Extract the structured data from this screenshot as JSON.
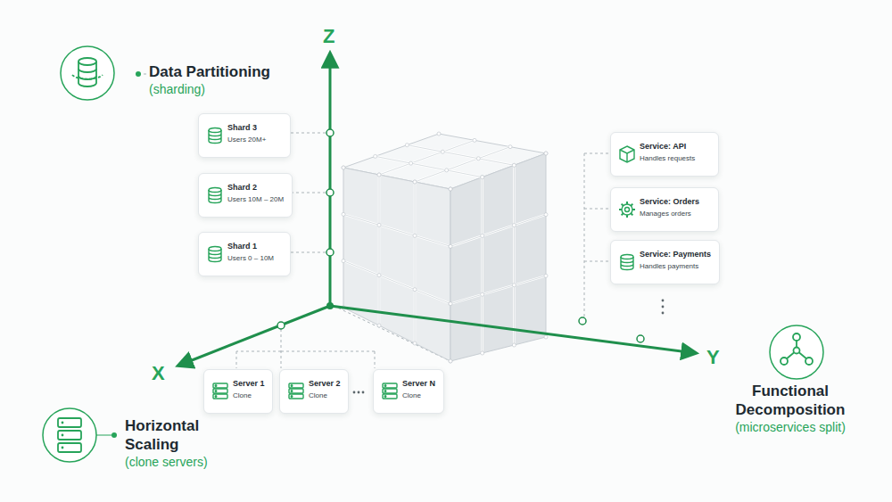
{
  "diagram": {
    "nodes": [
      {
        "text": [
          "Data Partitioning",
          "(sharding)"
        ]
      },
      {
        "text": [
          "Shard 3",
          "Users 20M+"
        ]
      },
      {
        "text": [
          "Shard 2",
          "Users 10M – 20M"
        ]
      },
      {
        "text": [
          "Shard 1",
          "Users 0 – 10M"
        ]
      },
      {
        "text": [
          "Service: API",
          "Handles requests"
        ]
      },
      {
        "text": [
          "Service: Orders",
          "Manages orders"
        ]
      },
      {
        "text": [
          "Service: Payments",
          "Handles payments"
        ]
      },
      {
        "text": [
          "Server 1",
          "Clone"
        ]
      },
      {
        "text": [
          "Server 2",
          "Clone"
        ]
      },
      {
        "text": [
          "Server N",
          "Clone"
        ]
      },
      {
        "text": [
          "Horizontal Scaling",
          "(clone servers)"
        ]
      },
      {
        "text": [
          "Functional Decomposition",
          "(microservices split)"
        ]
      }
    ],
    "labels": [
      "Z",
      "X",
      "Y"
    ]
  }
}
